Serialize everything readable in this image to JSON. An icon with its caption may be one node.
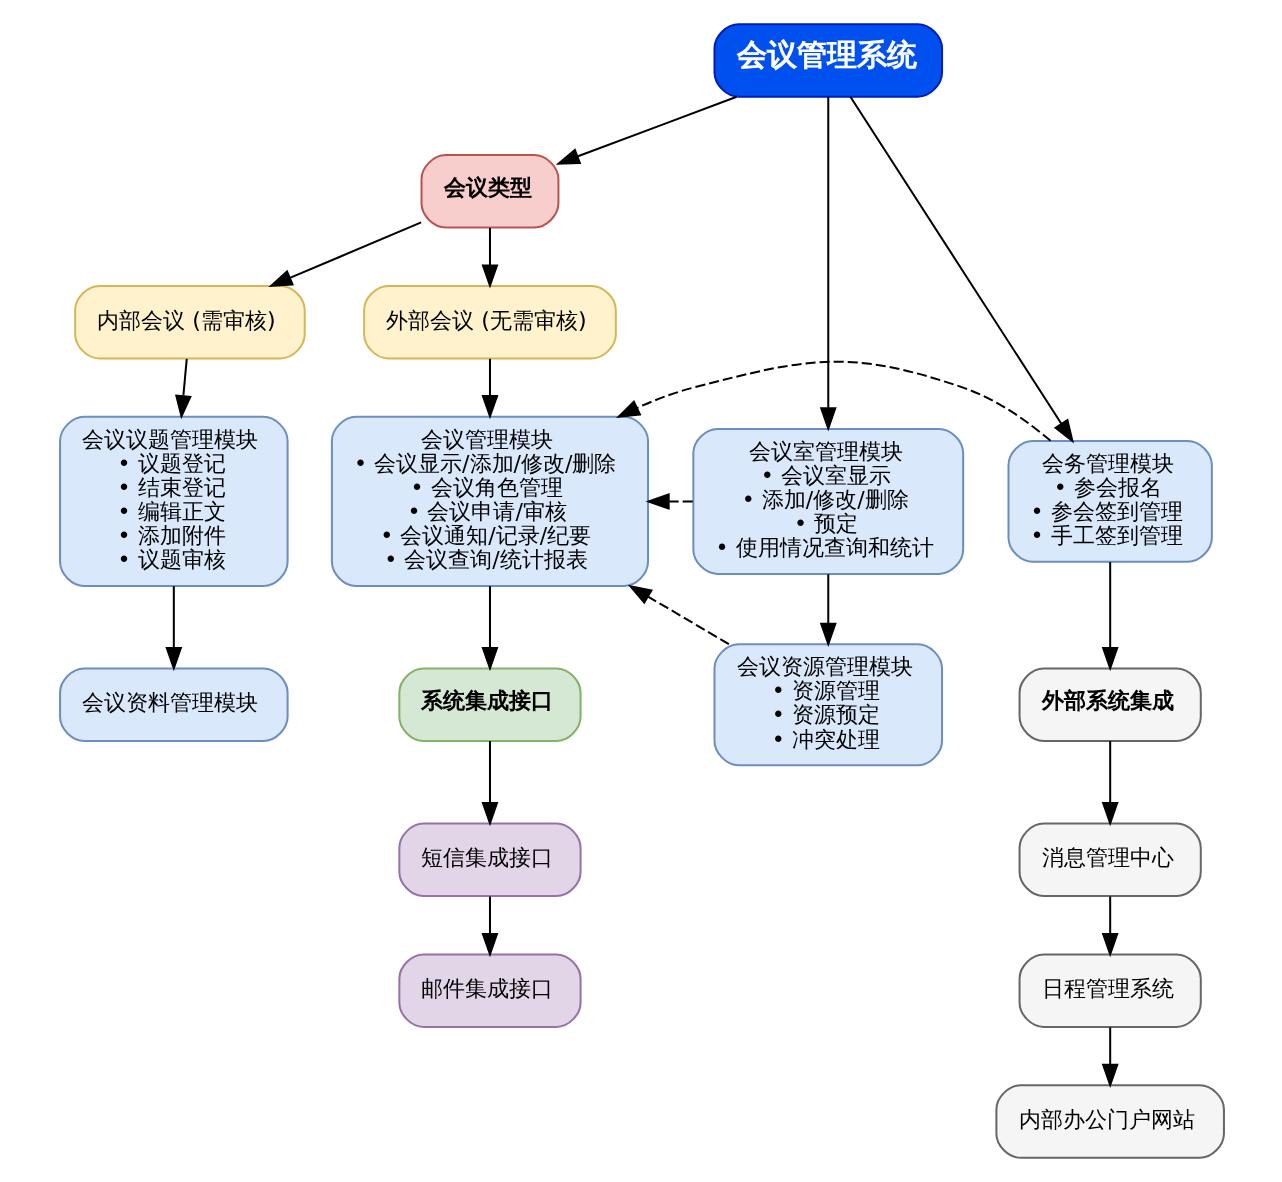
{
  "diagram": {
    "nodes": [
      {
        "text": [
          "会议管理系统"
        ]
      },
      {
        "text": [
          "会议类型"
        ]
      },
      {
        "text": [
          "内部会议 (需审核)"
        ]
      },
      {
        "text": [
          "外部会议 (无需审核)"
        ]
      },
      {
        "text": [
          "会议室管理模块",
          "• 会议室显示",
          "• 添加/修改/删除",
          "• 预定",
          "• 使用情况查询和统计"
        ]
      },
      {
        "text": [
          "会议议题管理模块",
          "• 议题登记",
          "• 结束登记",
          "• 编辑正文",
          "• 添加附件",
          "• 议题审核"
        ]
      },
      {
        "text": [
          "会议管理模块",
          "• 会议显示/添加/修改/删除",
          "• 会议角色管理",
          "• 会议申请/审核",
          "• 会议通知/记录/纪要",
          "• 会议查询/统计报表"
        ]
      },
      {
        "text": [
          "会务管理模块",
          "• 参会报名",
          "• 参会签到管理",
          "• 手工签到管理"
        ]
      },
      {
        "text": [
          "会议资源管理模块",
          "• 资源管理",
          "• 资源预定",
          "• 冲突处理"
        ]
      },
      {
        "text": [
          "会议资料管理模块"
        ]
      },
      {
        "text": [
          "系统集成接口"
        ]
      },
      {
        "text": [
          "短信集成接口"
        ]
      },
      {
        "text": [
          "邮件集成接口"
        ]
      },
      {
        "text": [
          "外部系统集成"
        ]
      },
      {
        "text": [
          "消息管理中心"
        ]
      },
      {
        "text": [
          "日程管理系统"
        ]
      },
      {
        "text": [
          "内部办公门户网站"
        ]
      }
    ],
    "edges": [
      {
        "from": 0,
        "to": 1,
        "arrow": "to"
      },
      {
        "from": 0,
        "to": 4,
        "arrow": "to"
      },
      {
        "from": 0,
        "to": 7,
        "arrow": "to"
      },
      {
        "from": 1,
        "to": 2,
        "arrow": "to"
      },
      {
        "from": 1,
        "to": 3,
        "arrow": "to"
      },
      {
        "from": 2,
        "to": 5,
        "arrow": "to"
      },
      {
        "from": 3,
        "to": 6,
        "arrow": "to"
      },
      {
        "from": 4,
        "to": 8,
        "arrow": "to"
      },
      {
        "from": 5,
        "to": 9,
        "arrow": "to"
      },
      {
        "from": 6,
        "to": 10,
        "arrow": "to"
      },
      {
        "from": 10,
        "to": 11,
        "arrow": "to"
      },
      {
        "from": 11,
        "to": 12,
        "arrow": "to"
      },
      {
        "from": 7,
        "to": 13,
        "arrow": "to"
      },
      {
        "from": 13,
        "to": 14,
        "arrow": "to"
      },
      {
        "from": 14,
        "to": 15,
        "arrow": "to"
      },
      {
        "from": 15,
        "to": 16,
        "arrow": "to"
      },
      {
        "from": 4,
        "to": 6,
        "arrow": "to",
        "style": "dashed"
      },
      {
        "from": 7,
        "to": 6,
        "arrow": "to",
        "style": "dashed"
      },
      {
        "from": 8,
        "to": 6,
        "arrow": "to",
        "style": "dashed"
      }
    ]
  }
}
